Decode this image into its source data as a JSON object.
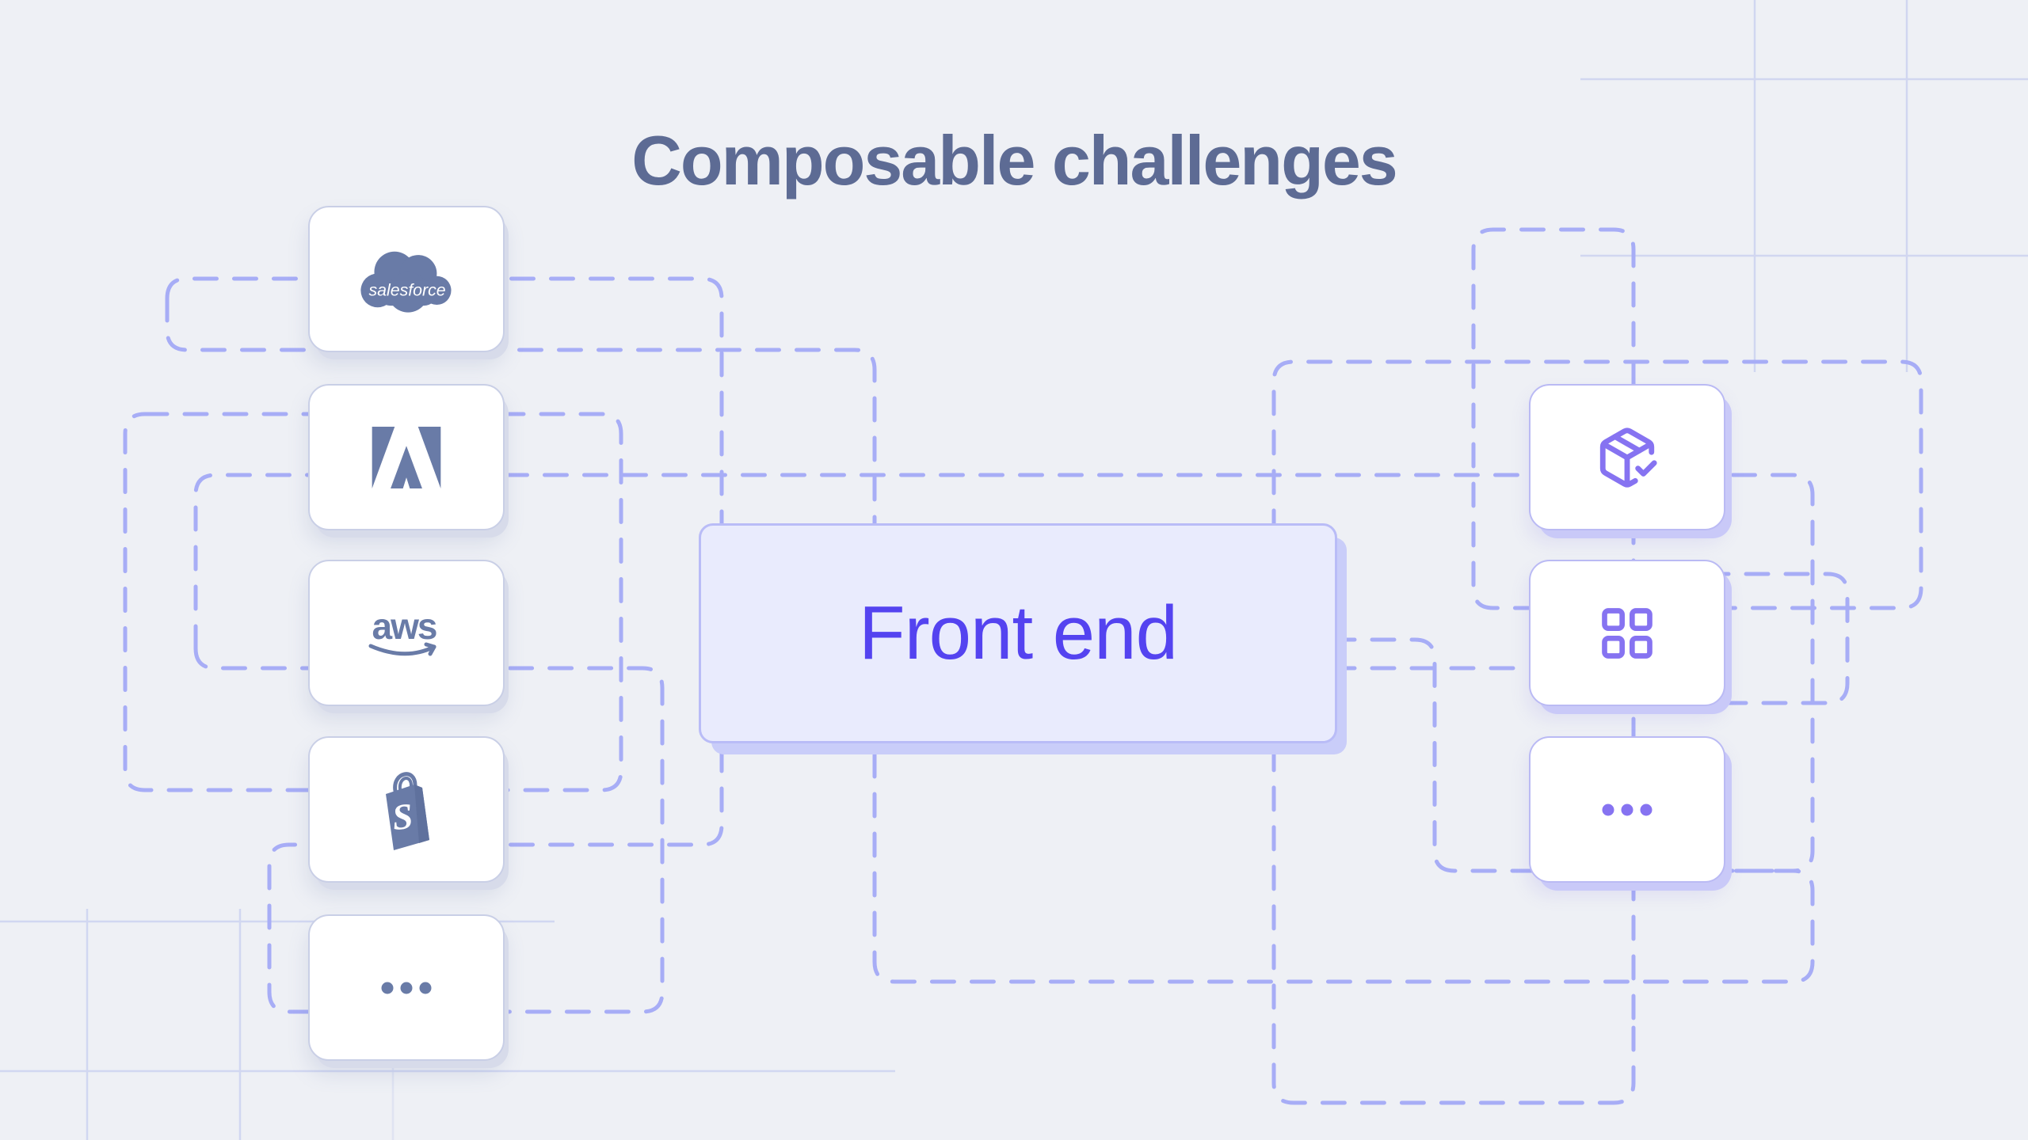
{
  "title": "Composable challenges",
  "front_end": {
    "label": "Front end"
  },
  "left_column": {
    "items": [
      {
        "name": "salesforce",
        "wordmark": "salesforce"
      },
      {
        "name": "adobe"
      },
      {
        "name": "aws",
        "wordmark": "aws"
      },
      {
        "name": "shopify",
        "monogram": "S"
      },
      {
        "name": "more-services",
        "glyph": "ellipsis"
      }
    ]
  },
  "right_column": {
    "items": [
      {
        "name": "package-check"
      },
      {
        "name": "layout-grid"
      },
      {
        "name": "more-components",
        "glyph": "ellipsis"
      }
    ]
  },
  "colors": {
    "background": "#eef0f5",
    "dashed_line": "#a7adf6",
    "grid_line": "#ccd2f0",
    "logo_slate": "#697ba7",
    "accent_purple": "#8673f1",
    "front_end_text": "#5443f0",
    "title_text": "#5d6b94",
    "front_box_fill": "#e9ebfd",
    "front_box_border": "#b9bcf7"
  }
}
